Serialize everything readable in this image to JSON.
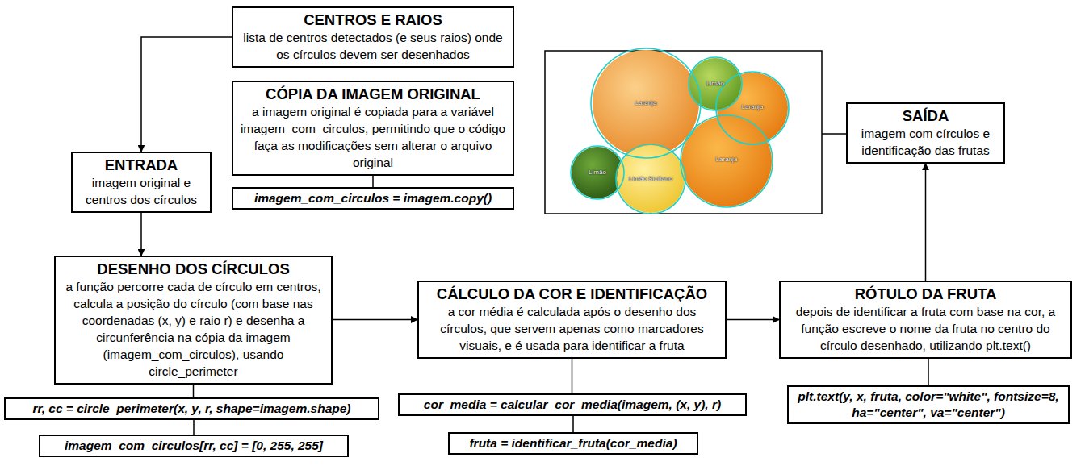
{
  "diagram": {
    "nodes": [
      {
        "text": [
          "CENTROS E RAIOS",
          "lista de centros detectados (e seus raios) onde os círculos devem ser desenhados"
        ]
      },
      {
        "text": [
          "CÓPIA DA IMAGEM ORIGINAL",
          "a imagem original é copiada para a variável imagem_com_circulos, permitindo que o código faça as modificações sem alterar o arquivo original"
        ]
      },
      {
        "text": [
          "imagem_com_circulos = imagem.copy()"
        ]
      },
      {
        "text": [
          "ENTRADA",
          "imagem original e centros dos círculos"
        ]
      },
      {
        "text": [
          "DESENHO DOS CÍRCULOS",
          "a função percorre cada de círculo em centros, calcula a posição do círculo (com base nas coordenadas (x, y) e raio r) e desenha a circunferência na cópia da imagem (imagem_com_circulos), usando circle_perimeter"
        ]
      },
      {
        "text": [
          "rr, cc = circle_perimeter(x, y, r, shape=imagem.shape)"
        ]
      },
      {
        "text": [
          "imagem_com_circulos[rr, cc] = [0, 255, 255]"
        ]
      },
      {
        "text": [
          "CÁLCULO DA COR E IDENTIFICAÇÃO",
          "a cor média é calculada após o desenho dos círculos, que servem apenas como marcadores visuais, e é usada para identificar a fruta"
        ]
      },
      {
        "text": [
          "cor_media = calcular_cor_media(imagem, (x, y), r)"
        ]
      },
      {
        "text": [
          "fruta = identificar_fruta(cor_media)"
        ]
      },
      {
        "text": [
          "RÓTULO DA FRUTA",
          "depois de identificar a fruta com base na cor, a função escreve o nome da fruta no centro do círculo desenhado, utilizando plt.text()"
        ]
      },
      {
        "text": [
          "plt.text(y, x, fruta, color=\"white\", fontsize=8, ha=\"center\", va=\"center\")"
        ]
      },
      {
        "text": [
          "SAÍDA",
          "imagem com círculos e identificação das frutas"
        ]
      }
    ],
    "edges": [
      {
        "from": 0,
        "to": 3,
        "arrow": "to"
      },
      {
        "from": 1,
        "to": 2,
        "arrow": "none"
      },
      {
        "from": 3,
        "to": 4,
        "arrow": "to"
      },
      {
        "from": 4,
        "to": 5,
        "arrow": "none"
      },
      {
        "from": 5,
        "to": 6,
        "arrow": "none"
      },
      {
        "from": 4,
        "to": 7,
        "arrow": "to"
      },
      {
        "from": 7,
        "to": 8,
        "arrow": "none"
      },
      {
        "from": 8,
        "to": 9,
        "arrow": "none"
      },
      {
        "from": 7,
        "to": 10,
        "arrow": "to"
      },
      {
        "from": 10,
        "to": 11,
        "arrow": "none"
      },
      {
        "from": 10,
        "to": 12,
        "arrow": "to"
      }
    ],
    "labels": [
      "Laranja",
      "Limão",
      "Laranja",
      "Limão",
      "Limão Siciliano",
      "Laranja"
    ]
  }
}
